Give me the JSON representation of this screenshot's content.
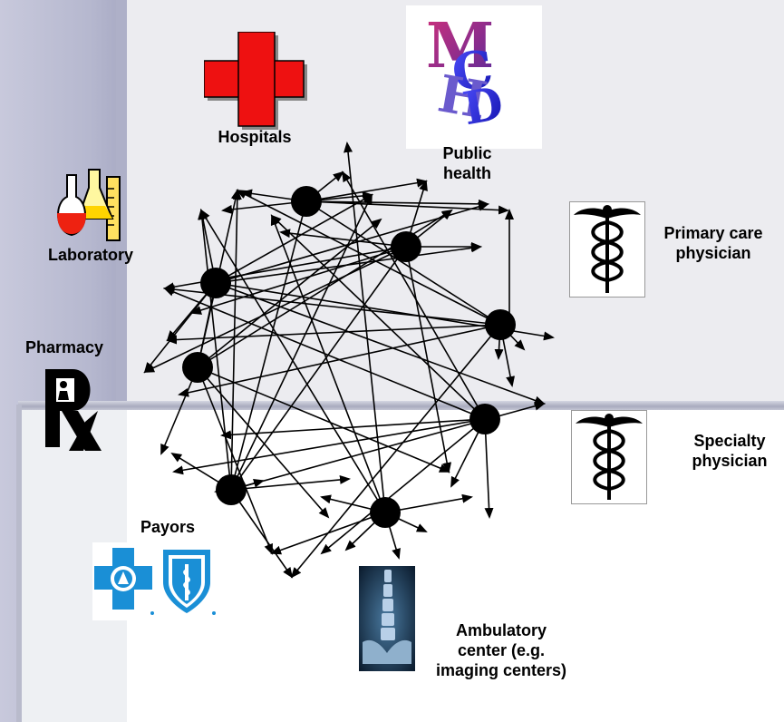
{
  "labels": {
    "hospitals": "Hospitals",
    "public_health": "Public health",
    "laboratory": "Laboratory",
    "primary_care": "Primary care physician",
    "pharmacy": "Pharmacy",
    "specialty": "Specialty physician",
    "payors": "Payors",
    "ambulatory": "Ambulatory center (e.g. imaging centers)"
  },
  "logos": {
    "public_health_letters": [
      "M",
      "C",
      "H",
      "D"
    ]
  },
  "icons": {
    "hospital": "red-cross-icon",
    "public_health": "mchd-logo-icon",
    "laboratory": "lab-flasks-icon",
    "primary_care": "caduceus-icon",
    "pharmacy": "rx-icon",
    "specialty": "caduceus-icon",
    "payors": "blue-cross-blue-shield-icon",
    "ambulatory": "xray-spine-icon"
  },
  "colors": {
    "hospital_red": "#ee1111",
    "payor_blue": "#1a8fd6",
    "network_black": "#000000"
  }
}
